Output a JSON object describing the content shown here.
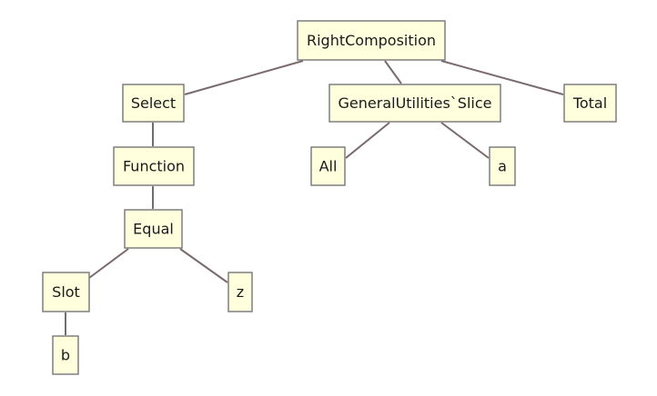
{
  "tree": {
    "edge_color": "#7a6a6e",
    "node_fill": "#ffffdd",
    "node_border": "#7f7f7f",
    "nodes": [
      {
        "id": "rightcomposition",
        "label": "RightComposition"
      },
      {
        "id": "select",
        "label": "Select"
      },
      {
        "id": "slice",
        "label": "GeneralUtilities`Slice"
      },
      {
        "id": "total",
        "label": "Total"
      },
      {
        "id": "function",
        "label": "Function"
      },
      {
        "id": "all",
        "label": "All"
      },
      {
        "id": "a",
        "label": "a"
      },
      {
        "id": "equal",
        "label": "Equal"
      },
      {
        "id": "slot",
        "label": "Slot"
      },
      {
        "id": "z",
        "label": "z"
      },
      {
        "id": "b",
        "label": "b"
      }
    ],
    "edges": [
      [
        "rightcomposition",
        "select"
      ],
      [
        "rightcomposition",
        "slice"
      ],
      [
        "rightcomposition",
        "total"
      ],
      [
        "select",
        "function"
      ],
      [
        "slice",
        "all"
      ],
      [
        "slice",
        "a"
      ],
      [
        "function",
        "equal"
      ],
      [
        "equal",
        "slot"
      ],
      [
        "equal",
        "z"
      ],
      [
        "slot",
        "b"
      ]
    ]
  }
}
